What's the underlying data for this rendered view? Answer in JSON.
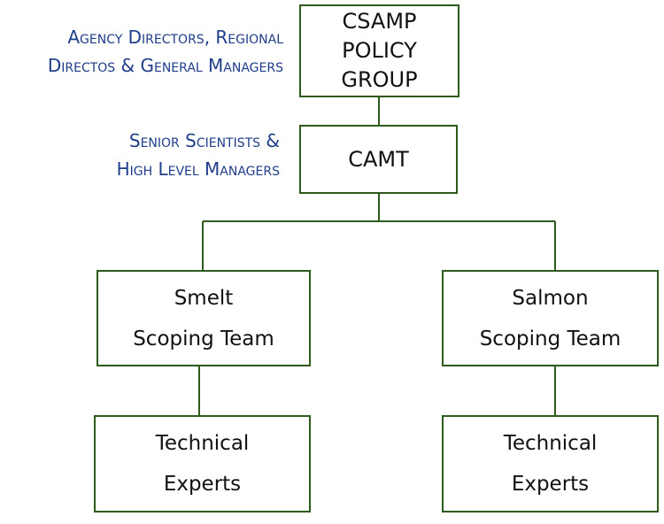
{
  "colors": {
    "box_border": "#2e5a1c",
    "connector": "#2e5a1c",
    "side_label_text": "#1f3d8a",
    "box_text": "#111111"
  },
  "side_labels": {
    "policy": [
      "Agency Directors, Regional",
      "Directos & General Managers"
    ],
    "camt": [
      "Senior Scientists &",
      "High Level Managers"
    ]
  },
  "nodes": {
    "policy": [
      "CSAMP",
      "POLICY",
      "GROUP"
    ],
    "camt": [
      "CAMT"
    ],
    "smelt": [
      "Smelt",
      "Scoping Team"
    ],
    "salmon": [
      "Salmon",
      "Scoping Team"
    ],
    "tech_left": [
      "Technical",
      "Experts"
    ],
    "tech_right": [
      "Technical",
      "Experts"
    ]
  }
}
